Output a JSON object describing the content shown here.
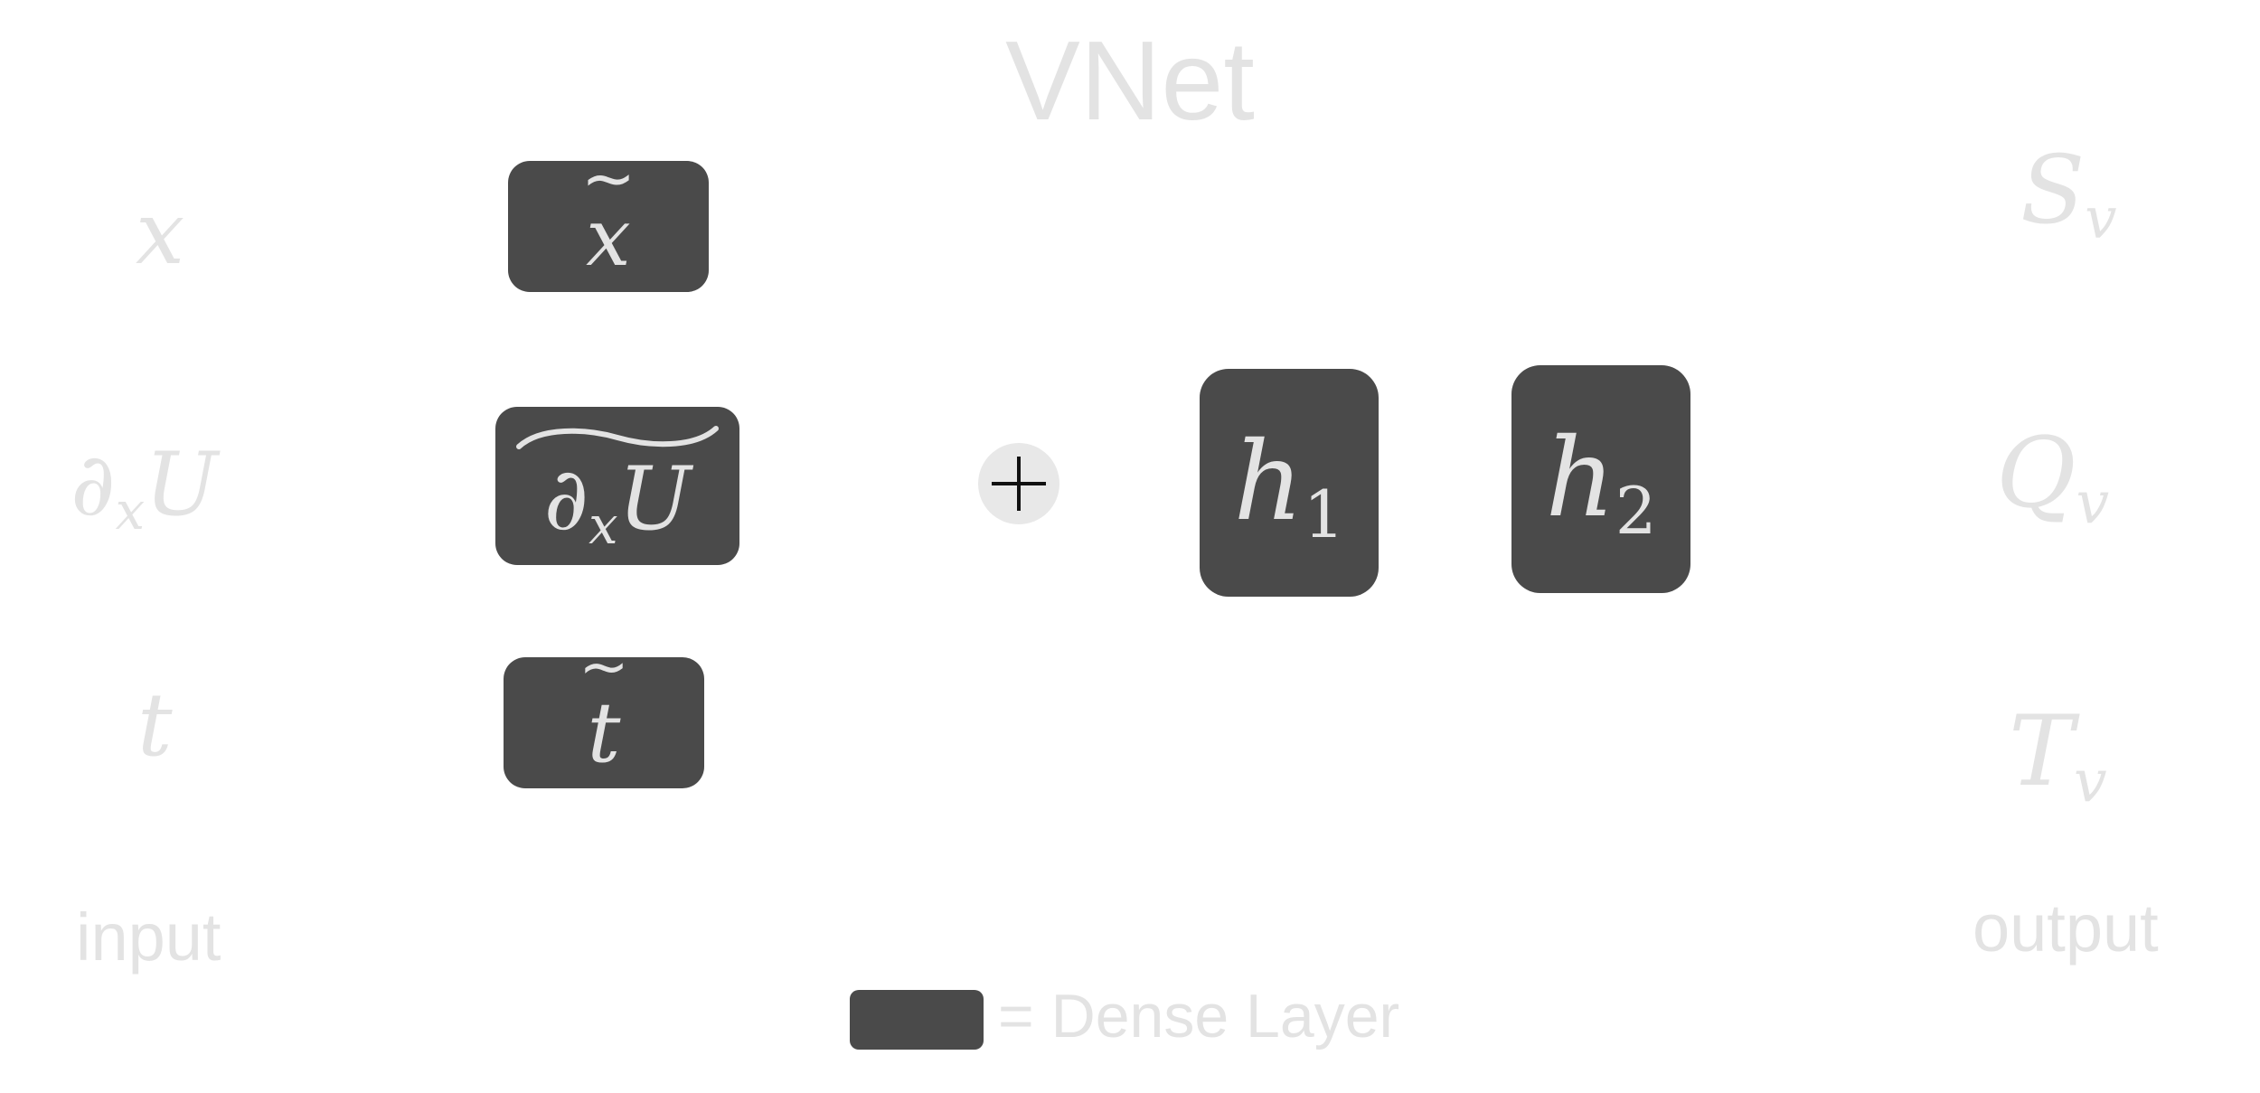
{
  "title": "VNet",
  "inputs": {
    "x": "x",
    "du_main": "∂",
    "du_sub": "x",
    "du_var": "U",
    "t": "t",
    "caption": "input"
  },
  "hidden": {
    "x_tilde": "x",
    "du_main": "∂",
    "du_sub": "x",
    "du_var": "U",
    "t_tilde": "t",
    "tilde_symbol": "~",
    "h1_var": "h",
    "h1_sub": "1",
    "h2_var": "h",
    "h2_sub": "2"
  },
  "outputs": {
    "sv_var": "S",
    "sv_sub": "v",
    "qv_var": "Q",
    "qv_sub": "v",
    "tv_var": "T",
    "tv_sub": "v",
    "caption": "output"
  },
  "legend": {
    "text": "= Dense Layer"
  },
  "colors": {
    "layer_box": "#4a4a4a",
    "faded_text": "#e3e3e3",
    "plus_bg": "#e8e8e8"
  }
}
